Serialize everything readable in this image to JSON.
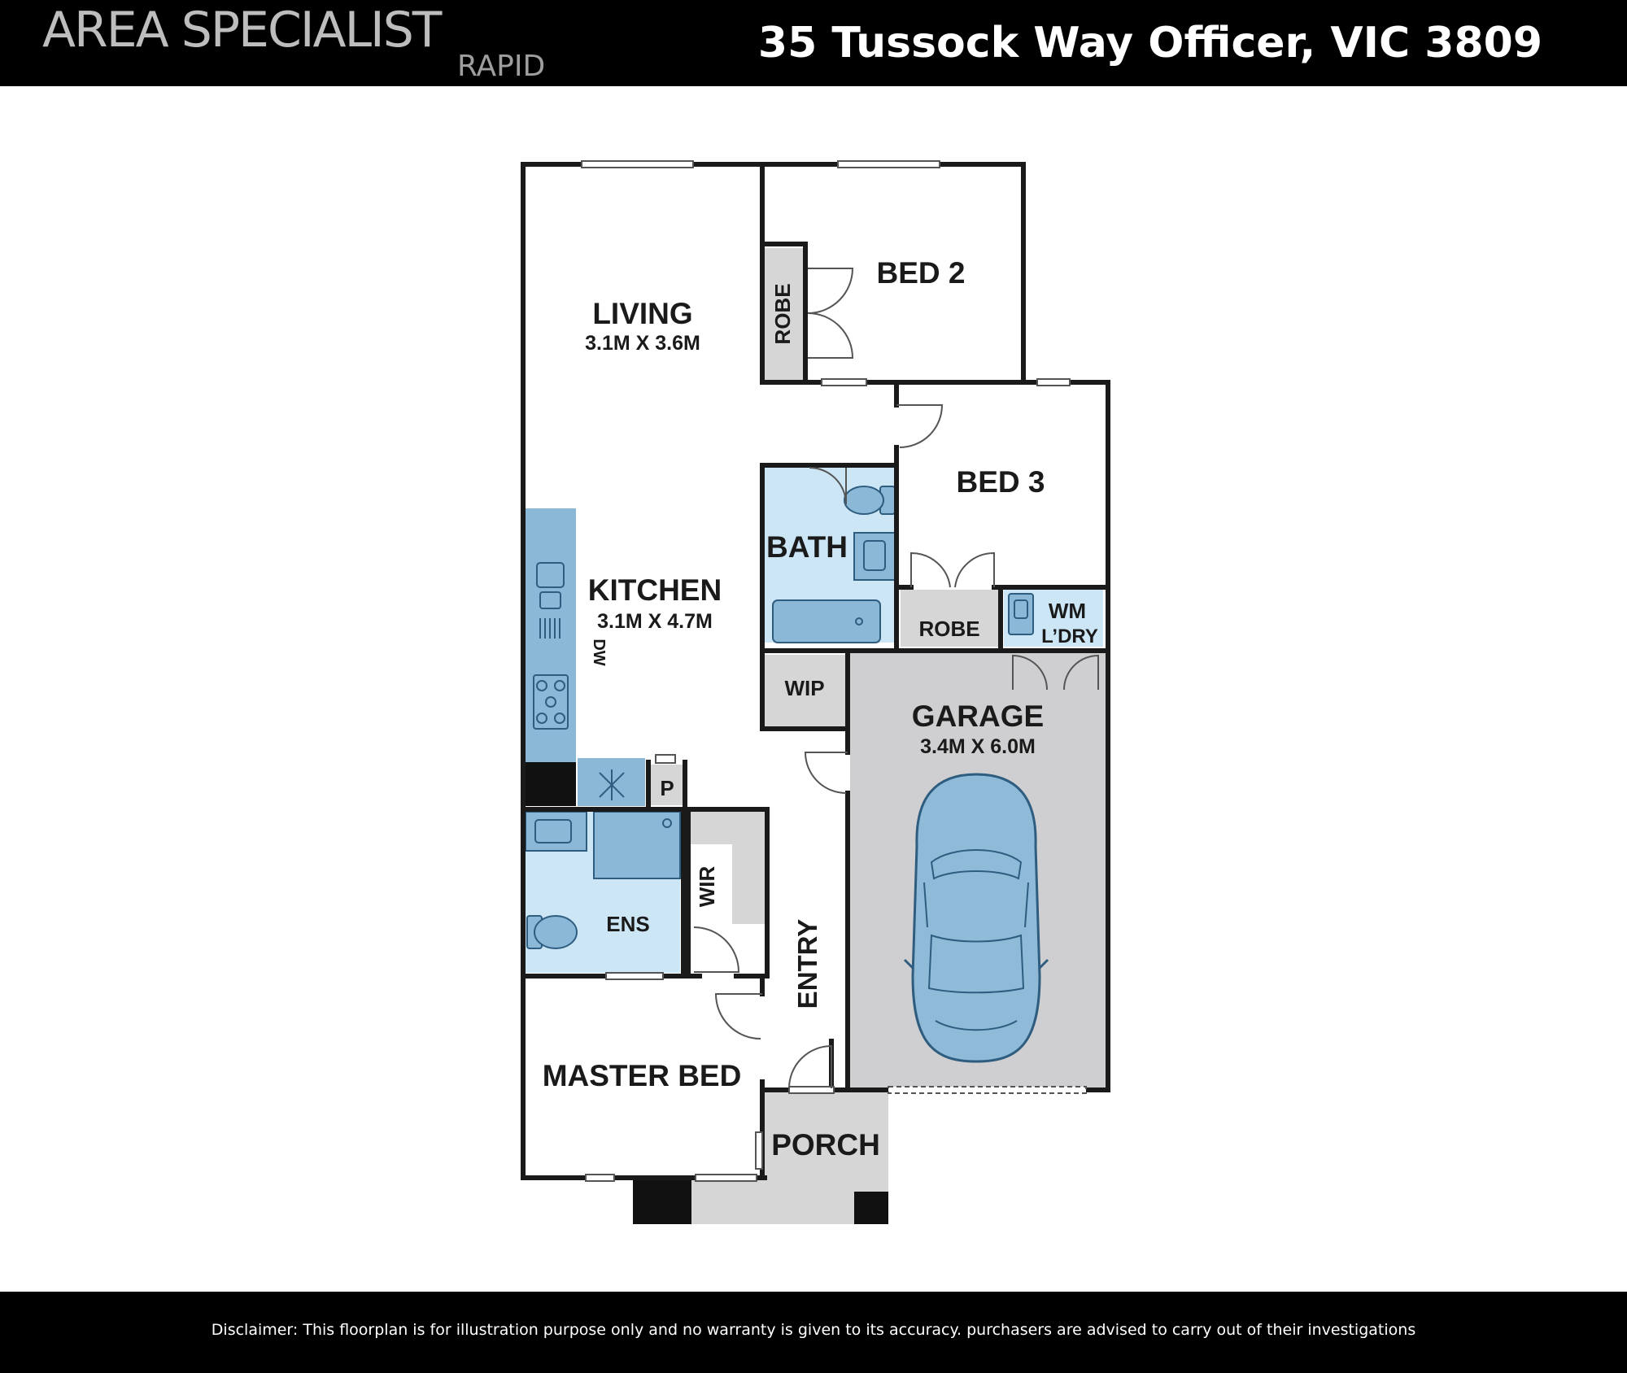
{
  "header": {
    "logo_text": "AREA SPECIALIST",
    "logo_sub": "RAPID",
    "address": "35 Tussock Way Officer, VIC 3809"
  },
  "footer": {
    "disclaimer": "Disclaimer: This floorplan is for illustration purpose only and no warranty is given to its accuracy. purchasers are advised to carry out of their investigations"
  },
  "rooms": {
    "living": {
      "name": "LIVING",
      "size": "3.1M X 3.6M"
    },
    "bed2": {
      "name": "BED 2"
    },
    "robe_bed2": {
      "name": "ROBE"
    },
    "bed3": {
      "name": "BED 3"
    },
    "bath": {
      "name": "BATH"
    },
    "kitchen": {
      "name": "KITCHEN",
      "size": "3.1M X 4.7M"
    },
    "dw": {
      "name": "DW"
    },
    "robe_bed3": {
      "name": "ROBE"
    },
    "wm": {
      "name": "WM"
    },
    "laundry": {
      "name": "L’DRY"
    },
    "wip": {
      "name": "WIP"
    },
    "garage": {
      "name": "GARAGE",
      "size": "3.4M X 6.0M"
    },
    "pantry": {
      "name": "P"
    },
    "ens": {
      "name": "ENS"
    },
    "wir": {
      "name": "WIR"
    },
    "entry": {
      "name": "ENTRY"
    },
    "master": {
      "name": "MASTER BED"
    },
    "porch": {
      "name": "PORCH"
    }
  },
  "colors": {
    "wall": "#1a1a1a",
    "wet_area": "#cce6f6",
    "fixture": "#8bb8d6",
    "storage": "#d6d6d6",
    "garage_floor": "#cfcfd1",
    "car": "#8fbbd9"
  }
}
